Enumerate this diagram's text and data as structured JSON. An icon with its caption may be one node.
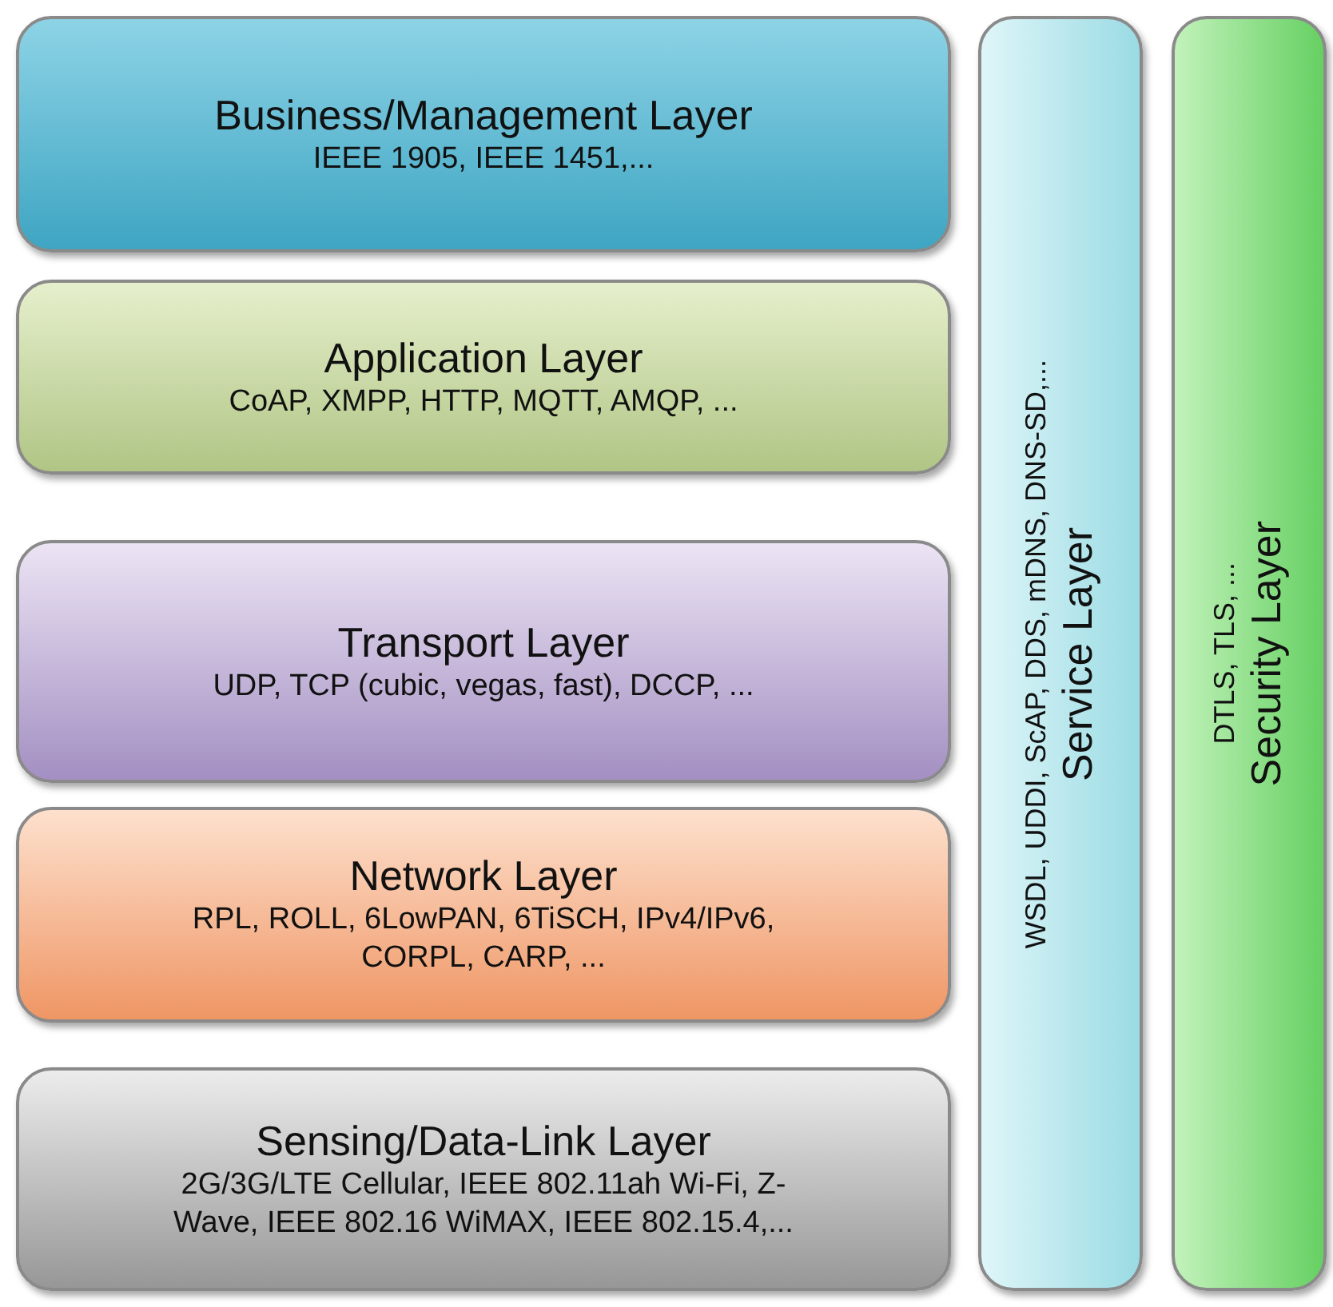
{
  "diagram": {
    "nodes": [
      {
        "text": [
          "Business/Management Layer",
          "IEEE 1905, IEEE 1451,..."
        ]
      },
      {
        "text": [
          "Application Layer",
          "CoAP, XMPP, HTTP, MQTT, AMQP, ..."
        ]
      },
      {
        "text": [
          "Transport Layer",
          "UDP, TCP (cubic, vegas, fast), DCCP, ..."
        ]
      },
      {
        "text": [
          "Network Layer",
          "RPL, ROLL, 6LowPAN, 6TiSCH, IPv4/IPv6, CORPL, CARP, ..."
        ]
      },
      {
        "text": [
          "Sensing/Data-Link Layer",
          "2G/3G/LTE Cellular, IEEE 802.11ah Wi-Fi, Z-Wave,  IEEE 802.16 WiMAX, IEEE 802.15.4,..."
        ]
      },
      {
        "text": [
          "Service Layer",
          "WSDL, UDDI, ScAP, DDS, mDNS, DNS-SD,..."
        ]
      },
      {
        "text": [
          "Security Layer",
          "DTLS, TLS, ..."
        ]
      }
    ]
  }
}
